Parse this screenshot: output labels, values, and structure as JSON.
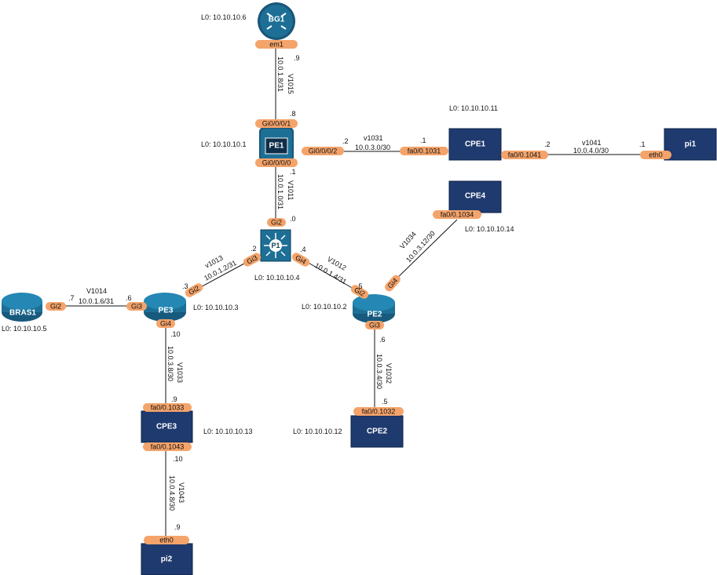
{
  "devices": {
    "bg1": {
      "name": "BG1",
      "lo": "L0: 10.10.10.6"
    },
    "pe1": {
      "name": "PE1",
      "lo": "L0: 10.10.10.1"
    },
    "p1": {
      "name": "P1",
      "lo": "L0: 10.10.10.4"
    },
    "pe2": {
      "name": "PE2",
      "lo": "L0: 10.10.10.2"
    },
    "pe3": {
      "name": "PE3",
      "lo": "L0: 10.10.10.3"
    },
    "bras1": {
      "name": "BRAS1",
      "lo": "L0: 10.10.10.5"
    },
    "cpe1": {
      "name": "CPE1",
      "lo": "L0: 10.10.10.11"
    },
    "cpe2": {
      "name": "CPE2",
      "lo": "L0: 10.10.10.12"
    },
    "cpe3": {
      "name": "CPE3",
      "lo": "L0: 10.10.10.13"
    },
    "cpe4": {
      "name": "CPE4",
      "lo": "L0: 10.10.10.14"
    },
    "pi1": {
      "name": "pi1"
    },
    "pi2": {
      "name": "pi2"
    }
  },
  "interfaces": {
    "bg1_em1": "em1",
    "pe1_gi0001": "Gi0/0/0/1",
    "pe1_gi0002": "Gi0/0/0/2",
    "pe1_gi0000": "Gi0/0/0/0",
    "p1_gi2": "Gi2",
    "p1_gi3": "Gi3",
    "p1_gi4": "Gi4",
    "pe3_gi2": "Gi2",
    "pe3_gi3": "Gi3",
    "pe3_gi4": "Gi4",
    "bras1_gi2": "Gi2",
    "pe2_gi2": "Gi2",
    "pe2_gi4": "Gi4",
    "pe2_gi3": "Gi3",
    "cpe1_fa1031": "fa0/0.1031",
    "cpe1_fa1041": "fa0/0.1041",
    "pi1_eth0": "eth0",
    "cpe4_fa1034": "fa0/0.1034",
    "cpe2_fa1032": "fa0/0.1032",
    "cpe3_fa1033": "fa0/0.1033",
    "cpe3_fa1043": "fa0/0.1043",
    "pi2_eth0": "eth0"
  },
  "links": {
    "v1015": {
      "vlan": "V1015",
      "subnet": "10.0.1.8/31",
      "host_a": ".9",
      "host_b": ".8"
    },
    "v1031": {
      "vlan": "v1031",
      "subnet": "10.0.3.0/30",
      "host_a": ".2",
      "host_b": ".1"
    },
    "v1041": {
      "vlan": "v1041",
      "subnet": "10.0.4.0/30",
      "host_a": ".2",
      "host_b": ".1"
    },
    "v1011": {
      "vlan": "V1011",
      "subnet": "10.0.1.0/31",
      "host_a": ".1",
      "host_b": ".0"
    },
    "v1013": {
      "vlan": "v1013",
      "subnet": "10.0.1.2/31",
      "host_a": ".2",
      "host_b": ".3"
    },
    "v1012": {
      "vlan": "V1012",
      "subnet": "10.0.1.4/31",
      "host_a": ".4",
      "host_b": ".5"
    },
    "v1014": {
      "vlan": "V1014",
      "subnet": "10.0.1.6/31",
      "host_a": ".7",
      "host_b": ".6"
    },
    "v1034": {
      "vlan": "V1034",
      "subnet": "10.0.3.12/30"
    },
    "v1032": {
      "vlan": "V1032",
      "subnet": "10.0.3.4/30",
      "host_a": ".6",
      "host_b": ".5"
    },
    "v1033": {
      "vlan": "V1033",
      "subnet": "10.0.3.8/30",
      "host_a": ".10",
      "host_b": ".9"
    },
    "v1043": {
      "vlan": "V1043",
      "subnet": "10.0.4.8/30",
      "host_a": ".10",
      "host_b": ".9"
    }
  },
  "colors": {
    "port_pill": "#f4a46b",
    "device_blue": "#1f3a6e",
    "router_blue": "#1d6f96"
  }
}
